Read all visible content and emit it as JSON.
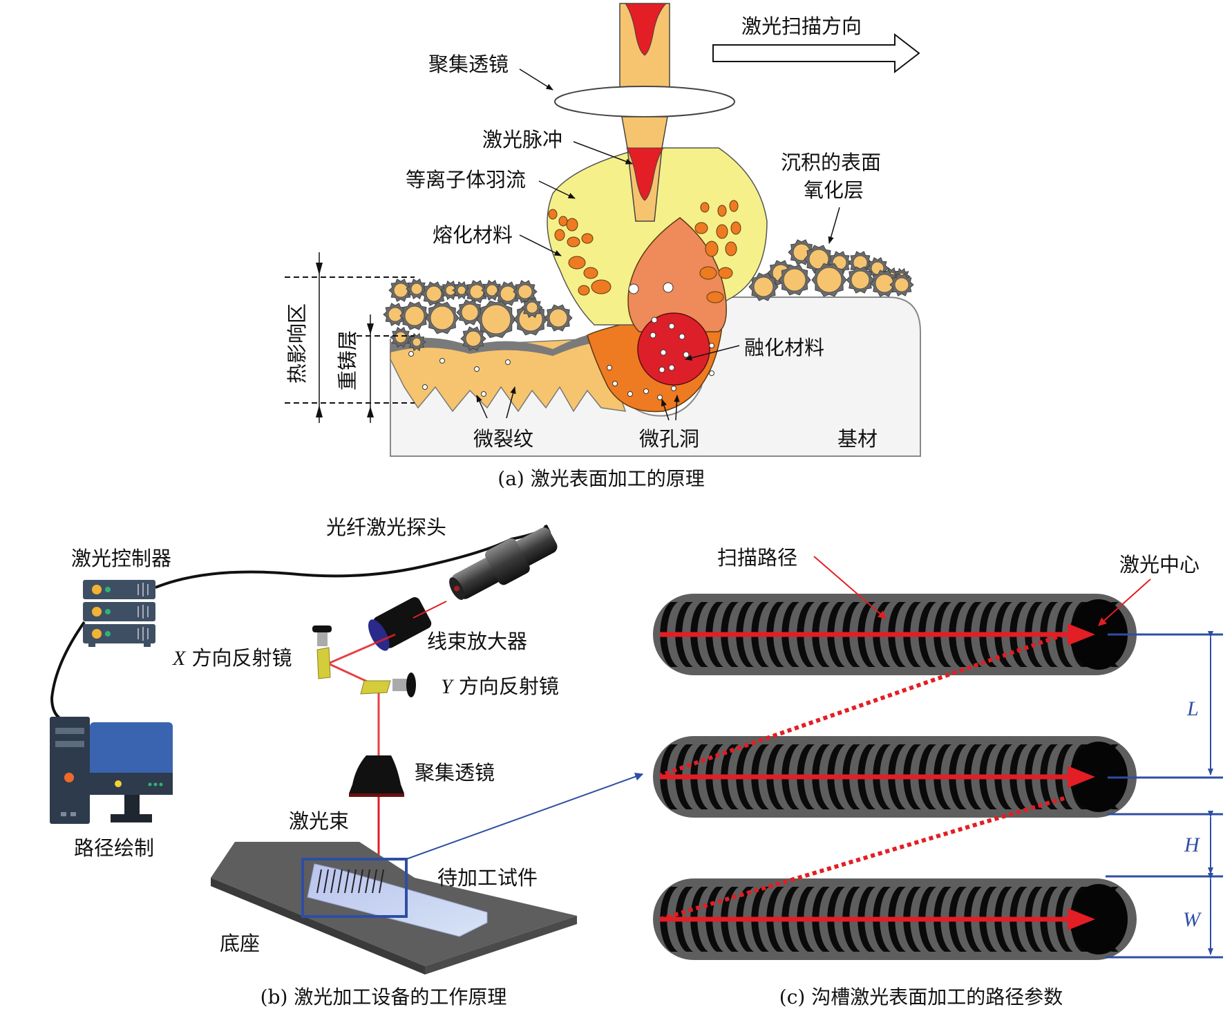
{
  "panel_a": {
    "caption": "(a) 激光表面加工的原理",
    "labels": {
      "scan_direction": "激光扫描方向",
      "focusing_lens": "聚集透镜",
      "laser_pulse": "激光脉冲",
      "plasma_plume": "等离子体羽流",
      "molten_material": "熔化材料",
      "deposited_oxide_line1": "沉积的表面",
      "deposited_oxide_line2": "氧化层",
      "heat_affected_zone": "热影响区",
      "recast_layer": "重铸层",
      "fused_material": "融化材料",
      "micro_cracks": "微裂纹",
      "micro_pores": "微孔洞",
      "substrate": "基材"
    }
  },
  "panel_b": {
    "caption": "(b) 激光加工设备的工作原理",
    "labels": {
      "fiber_laser_probe": "光纤激光探头",
      "laser_controller": "激光控制器",
      "beam_expander": "线束放大器",
      "x_mirror_var": "X",
      "x_mirror": "方向反射镜",
      "y_mirror_var": "Y",
      "y_mirror": "方向反射镜",
      "focusing_lens": "聚集透镜",
      "laser_beam": "激光束",
      "path_drawing": "路径绘制",
      "workpiece": "待加工试件",
      "base": "底座"
    }
  },
  "panel_c": {
    "caption": "(c) 沟槽激光表面加工的路径参数",
    "labels": {
      "scan_path": "扫描路径",
      "laser_center": "激光中心",
      "dim_L": "L",
      "dim_H": "H",
      "dim_W": "W"
    }
  },
  "colors": {
    "laser_red": "#e31e24",
    "beam_orange": "#f6c46e",
    "plume_yellow": "#f5f08a",
    "molten_orange": "#ee7a22",
    "dimension_blue": "#2e4ea3",
    "groove_gray": "#5a5a5a"
  }
}
